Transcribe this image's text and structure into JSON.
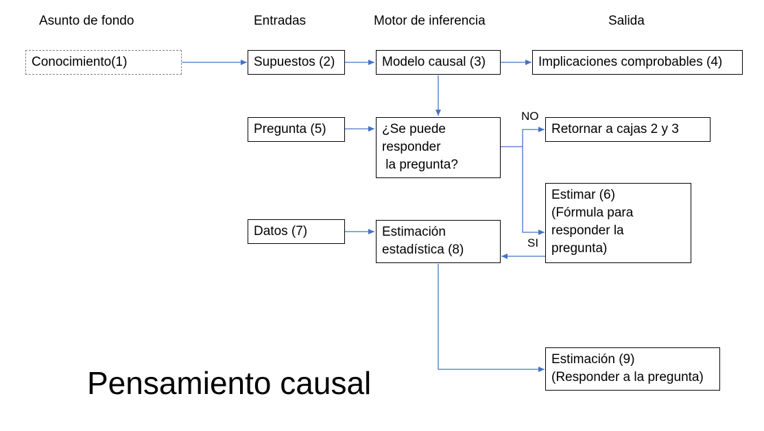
{
  "headers": {
    "background": "Asunto de fondo",
    "inputs": "Entradas",
    "engine": "Motor de inferencia",
    "output": "Salida"
  },
  "boxes": {
    "knowledge": "Conocimiento(1)",
    "assumptions": "Supuestos (2)",
    "causal_model": "Modelo causal (3)",
    "testable": "Implicaciones comprobables (4)",
    "question": "Pregunta (5)",
    "can_answer": "¿Se puede\nresponder\n la pregunta?",
    "return": "Retornar a cajas 2 y 3",
    "estimand": "Estimar (6)\n(Fórmula para\nresponder la\npregunta)",
    "data": "Datos (7)",
    "statistical": "Estimación\nestadística (8)",
    "estimate": "Estimación (9)\n(Responder a la pregunta)"
  },
  "labels": {
    "no": "NO",
    "yes": "SI"
  },
  "title": "Pensamiento causal",
  "colors": {
    "arrow": "#4472c4",
    "box_border": "#000000",
    "dashed_border": "#7f7f7f"
  }
}
